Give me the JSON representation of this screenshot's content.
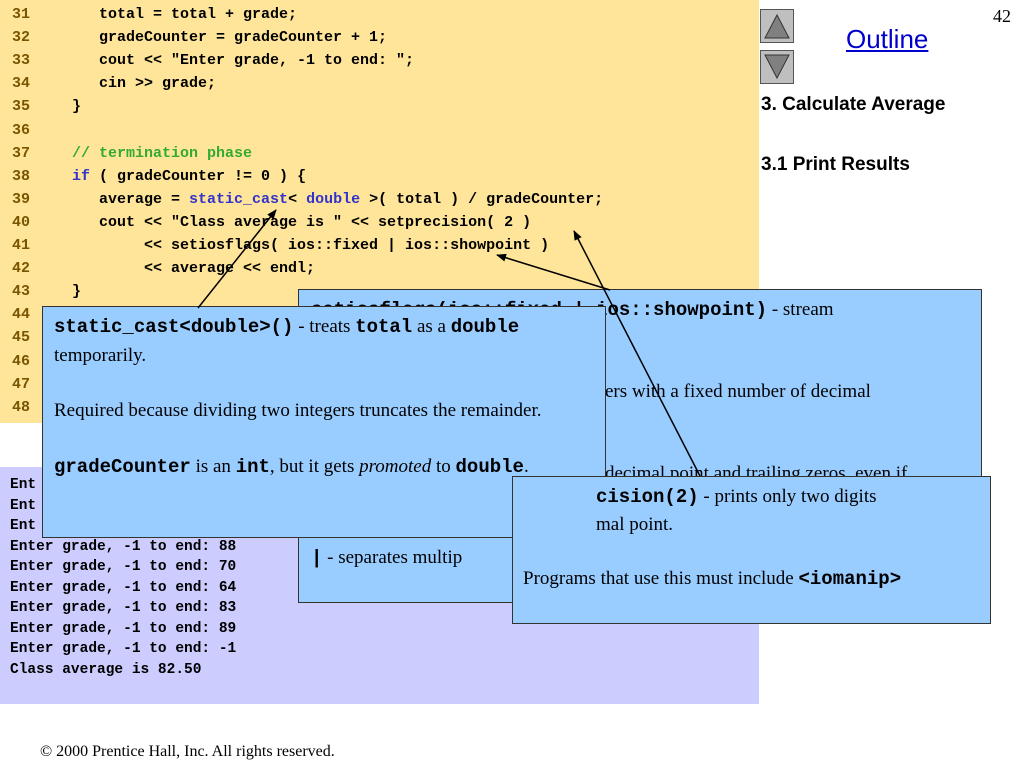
{
  "slide": {
    "page_number": "42",
    "outline_label": "Outline",
    "footer": "© 2000 Prentice Hall, Inc.  All rights reserved."
  },
  "outline_steps": [
    "3.  Calculate Average",
    "3.1  Print Results"
  ],
  "code_lines": [
    {
      "n": "31",
      "segments": [
        {
          "t": "      total = total + grade;",
          "c": "plain"
        }
      ]
    },
    {
      "n": "32",
      "segments": [
        {
          "t": "      gradeCounter = gradeCounter + 1;",
          "c": "plain"
        }
      ]
    },
    {
      "n": "33",
      "segments": [
        {
          "t": "      cout << \"Enter grade, -1 to end: \";",
          "c": "plain"
        }
      ]
    },
    {
      "n": "34",
      "segments": [
        {
          "t": "      cin >> grade;",
          "c": "plain"
        }
      ]
    },
    {
      "n": "35",
      "segments": [
        {
          "t": "   }",
          "c": "plain"
        }
      ]
    },
    {
      "n": "36",
      "segments": []
    },
    {
      "n": "37",
      "segments": [
        {
          "t": "   // termination phase",
          "c": "comment"
        }
      ]
    },
    {
      "n": "38",
      "segments": [
        {
          "t": "   ",
          "c": "plain"
        },
        {
          "t": "if",
          "c": "keyword"
        },
        {
          "t": " ( gradeCounter != 0 ) {",
          "c": "plain"
        }
      ]
    },
    {
      "n": "39",
      "segments": [
        {
          "t": "      average = ",
          "c": "plain"
        },
        {
          "t": "static_cast",
          "c": "keyword"
        },
        {
          "t": "< ",
          "c": "plain"
        },
        {
          "t": "double",
          "c": "keyword"
        },
        {
          "t": " >( total ) / gradeCounter;",
          "c": "plain"
        }
      ]
    },
    {
      "n": "40",
      "segments": [
        {
          "t": "      cout << \"Class average is \" << setprecision( 2 )",
          "c": "plain"
        }
      ]
    },
    {
      "n": "41",
      "segments": [
        {
          "t": "           << setiosflags( ios::fixed | ios::showpoint )",
          "c": "plain"
        }
      ]
    },
    {
      "n": "42",
      "segments": [
        {
          "t": "           << average << endl;",
          "c": "plain"
        }
      ]
    },
    {
      "n": "43",
      "segments": [
        {
          "t": "   }",
          "c": "plain"
        }
      ]
    },
    {
      "n": "44",
      "segments": []
    },
    {
      "n": "45",
      "segments": []
    },
    {
      "n": "46",
      "segments": []
    },
    {
      "n": "47",
      "segments": []
    },
    {
      "n": "48",
      "segments": []
    }
  ],
  "output_lines": [
    "Ent",
    "Ent",
    "Ent",
    "Enter grade, -1 to end: 88",
    "Enter grade, -1 to end: 70",
    "Enter grade, -1 to end: 64",
    "Enter grade, -1 to end: 83",
    "Enter grade, -1 to end: 89",
    "Enter grade, -1 to end: -1",
    "Class average is 82.50"
  ],
  "callout_static_cast": {
    "code": "static_cast<double>()",
    "text_a": " - treats ",
    "code_total": "total",
    "text_b": " as a ",
    "code_double": "double",
    "text_c": " temporarily.",
    "para2": "Required because dividing two integers truncates the remainder.",
    "code_gc": "gradeCounter",
    "text_d": " is an ",
    "code_int": "int",
    "text_e": ", but it gets ",
    "text_promoted": "promoted",
    "text_f": " to ",
    "code_double2": "double",
    "text_g": "."
  },
  "callout_setiosflags": {
    "code": "setiosflags(ios::fixed | ios::showpoint)",
    "text_a": " - stream",
    "text_b": "ers with a fixed number of decimal",
    "text_c": "decimal point and trailing zeros, even if",
    "code_pipe": "|",
    "text_d": " -  separates multip"
  },
  "callout_setprecision": {
    "code": "cision(2)",
    "text_a": " - prints only two digits",
    "text_b": "mal point.",
    "text_c": "Programs that use this must include ",
    "code_include": "<iomanip>"
  },
  "colors": {
    "code_background": "#FFE599",
    "output_background": "#CCCCFF",
    "callout_background": "#99CCFF",
    "keyword": "#3333CC",
    "comment": "#33AA33",
    "link": "#0000CC"
  },
  "icons": {
    "up": "triangle-up-icon",
    "down": "triangle-down-icon"
  }
}
